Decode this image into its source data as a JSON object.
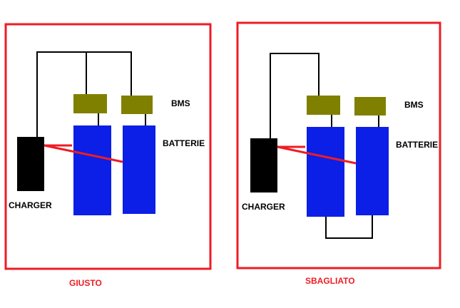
{
  "colors": {
    "frame": "#ee1c24",
    "wire": "#000000",
    "bms": "#808000",
    "battery": "#0b1fe6",
    "charger": "#000000",
    "caption": "#ee1c24",
    "label": "#000000"
  },
  "panels": {
    "left": {
      "caption": "GIUSTO",
      "bms_label": "BMS",
      "battery_label": "BATTERIE",
      "charger_label": "CHARGER"
    },
    "right": {
      "caption": "SBAGLIATO",
      "bms_label": "BMS",
      "battery_label": "BATTERIE",
      "charger_label": "CHARGER"
    }
  }
}
